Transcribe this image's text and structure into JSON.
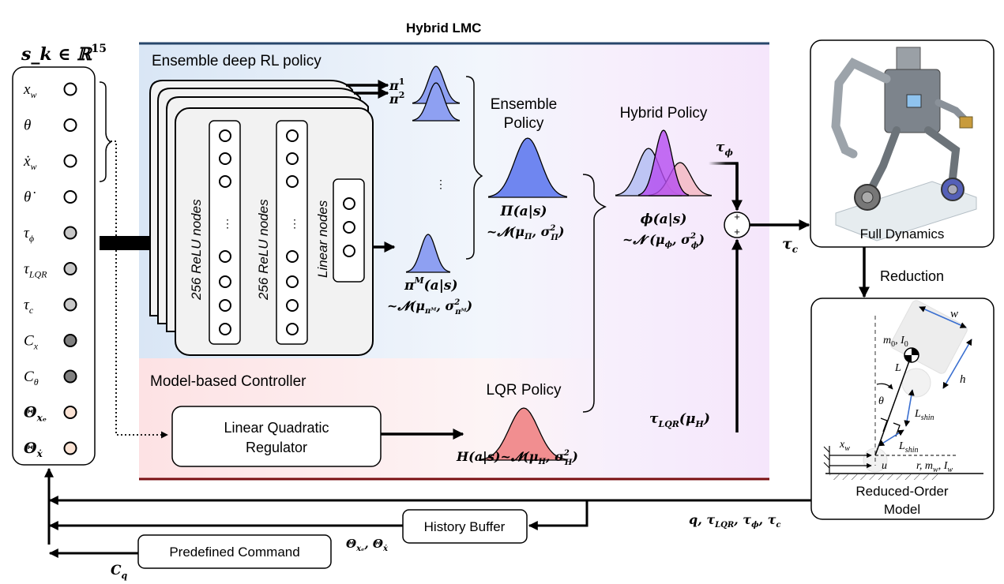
{
  "title": "Hybrid LMC",
  "state_vector": {
    "label": "s_k ∈ ℝ",
    "dim": "15",
    "items": [
      {
        "sym": "x",
        "sub": "w",
        "fill": "#ffffff"
      },
      {
        "sym": "θ",
        "sub": "",
        "fill": "#ffffff"
      },
      {
        "sym": "ẋ",
        "sub": "w",
        "fill": "#ffffff"
      },
      {
        "sym": "θ̇",
        "sub": "",
        "fill": "#ffffff"
      },
      {
        "sym": "τ",
        "sub": "ϕ",
        "fill": "#c8c8c8"
      },
      {
        "sym": "τ",
        "sub": "LQR",
        "fill": "#c8c8c8"
      },
      {
        "sym": "τ",
        "sub": "c",
        "fill": "#c8c8c8"
      },
      {
        "sym": "C",
        "sub": "x",
        "fill": "#808080"
      },
      {
        "sym": "C",
        "sub": "θ",
        "fill": "#808080"
      },
      {
        "sym": "Θ",
        "sub": "xₑ",
        "fill": "#fbe3d4"
      },
      {
        "sym": "Θ",
        "sub": "ẋ",
        "fill": "#fbe3d4"
      }
    ]
  },
  "rl_section": {
    "label": "Ensemble deep RL policy",
    "layer1": "256 ReLU nodes",
    "layer2": "256 ReLU nodes",
    "layer3": "Linear nodes",
    "dots": "⋮",
    "pi1": "π",
    "pi1_sup": "1",
    "pi2": "π",
    "pi2_sup": "2",
    "piM": "π",
    "piM_sup": "M",
    "piM_args": "(a|s)",
    "piM_dist": "~𝓝(μ",
    "piM_dist_sub": "πᴹ",
    "piM_dist_sigma": ", σ",
    "piM_dist_sigma_sup": "2",
    "piM_dist_sigma_sub": "πᴹ",
    "close": ")"
  },
  "ensemble_policy": {
    "label_line1": "Ensemble",
    "label_line2": "Policy",
    "formula": "Π(a|s)",
    "dist": "~𝓝(μ",
    "dist_sub": "Π",
    "sigma": ", σ",
    "sigma_sup": "2",
    "sigma_sub": "Π",
    "close": ")"
  },
  "hybrid_policy": {
    "label": "Hybrid Policy",
    "formula": "ϕ(a|s)",
    "dist": "~𝓝 (μ",
    "dist_sub": "ϕ",
    "sigma": ", σ",
    "sigma_sup": "2",
    "sigma_sub": "ϕ",
    "close": ")"
  },
  "mb_section": {
    "label": "Model-based Controller",
    "lqr_box_line1": "Linear Quadratic",
    "lqr_box_line2": "Regulator"
  },
  "lqr_policy": {
    "label": "LQR Policy",
    "formula": "H(a|s)~𝓝(μ",
    "dist_sub": "H",
    "sigma": ", σ",
    "sigma_sup": "2",
    "sigma_sub": "H",
    "close": ")"
  },
  "signals": {
    "tau_phi": "τ",
    "tau_phi_sub": "ϕ",
    "tau_c": "τ",
    "tau_c_sub": "c",
    "tau_lqr": "τ",
    "tau_lqr_sub": "LQR",
    "tau_lqr_arg": "(μ",
    "tau_lqr_arg_sub": "H",
    "tau_lqr_close": ")",
    "plus1": "+",
    "plus2": "+",
    "feedback": "q, τ",
    "feedback_sub1": "LQR",
    "feedback_mid1": ", τ",
    "feedback_sub2": "ϕ",
    "feedback_mid2": ", τ",
    "feedback_sub3": "c",
    "history_out": "Θ",
    "history_out_sub1": "xₑ",
    "history_out_mid": ", Θ",
    "history_out_sub2": "ẋ",
    "cmd": "C",
    "cmd_sub": "q"
  },
  "full_dynamics": {
    "label": "Full Dynamics"
  },
  "reduction": {
    "label": "Reduction"
  },
  "reduced_model": {
    "label_line1": "Reduced-Order",
    "label_line2": "Model",
    "w": "w",
    "h": "h",
    "m0": "m",
    "m0_sub": "0",
    "I0_sep": ", I",
    "I0_sub": "0",
    "L": "L",
    "theta": "θ",
    "lshin": "L",
    "lshin_sub": "shin",
    "xw": "x",
    "xw_sub": "w",
    "u": "u",
    "wheel": "r, m",
    "wheel_sub1": "w",
    "wheel_sep": ", I",
    "wheel_sub2": "w"
  },
  "history_buffer": {
    "label": "History Buffer"
  },
  "predefined_command": {
    "label": "Predefined Command"
  },
  "colors": {
    "rl_frame": "#27466b",
    "mb_frame": "#7a0f12",
    "gauss_blue": "#6f86f0",
    "gauss_blue_light": "#8ea0f2",
    "gauss_red": "#f18e90",
    "gauss_purple": "#b54cf0",
    "gauss_pink": "#f3b9c3"
  }
}
